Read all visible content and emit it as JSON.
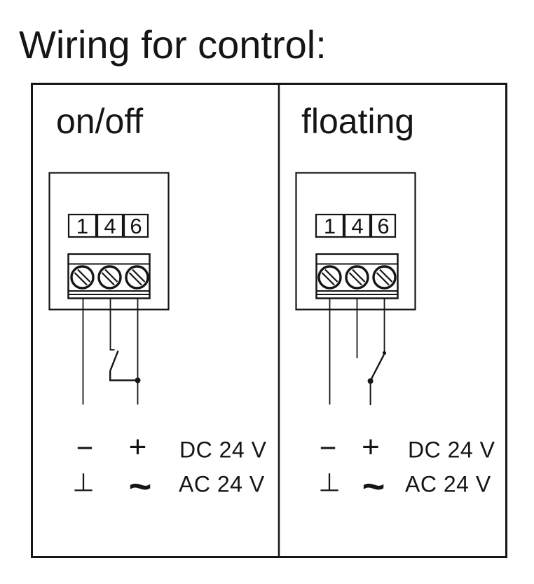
{
  "title": "Wiring for control:",
  "colors": {
    "line": "#151515",
    "background": "#ffffff"
  },
  "panels": [
    {
      "name": "on/off",
      "terminals": [
        "1",
        "4",
        "6"
      ],
      "supply": {
        "dc_minus": "−",
        "dc_plus": "+",
        "dc_label": "DC 24 V",
        "ac_ground": "⊥",
        "ac_tilde": "~",
        "ac_label": "AC 24 V"
      }
    },
    {
      "name": "floating",
      "terminals": [
        "1",
        "4",
        "6"
      ],
      "supply": {
        "dc_minus": "−",
        "dc_plus": "+",
        "dc_label": "DC 24 V",
        "ac_ground": "⊥",
        "ac_tilde": "~",
        "ac_label": "AC 24 V"
      }
    }
  ]
}
